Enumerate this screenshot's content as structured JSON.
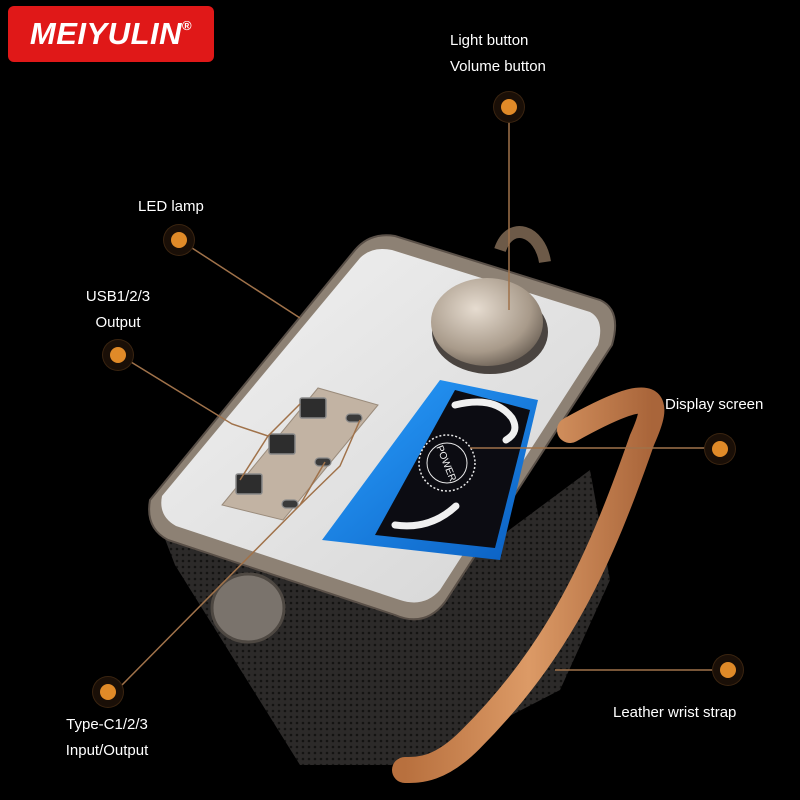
{
  "brand": {
    "name": "MEIYULIN",
    "mark": "®",
    "color": "#e01818"
  },
  "callouts": {
    "light_volume": {
      "line1": "Light button",
      "line2": "Volume button"
    },
    "led_lamp": {
      "line1": "LED lamp"
    },
    "usb": {
      "line1": "USB1/2/3",
      "line2": "Output"
    },
    "display": {
      "line1": "Display screen"
    },
    "typec": {
      "line1": "Type-C1/2/3",
      "line2": "Input/Output"
    },
    "strap": {
      "line1": "Leather wrist strap"
    }
  },
  "screen": {
    "label": "POWER"
  },
  "colors": {
    "accent": "#e08a28",
    "leader_line": "#a0724a",
    "strap": "#c98452",
    "body": "#2e2c2b"
  }
}
